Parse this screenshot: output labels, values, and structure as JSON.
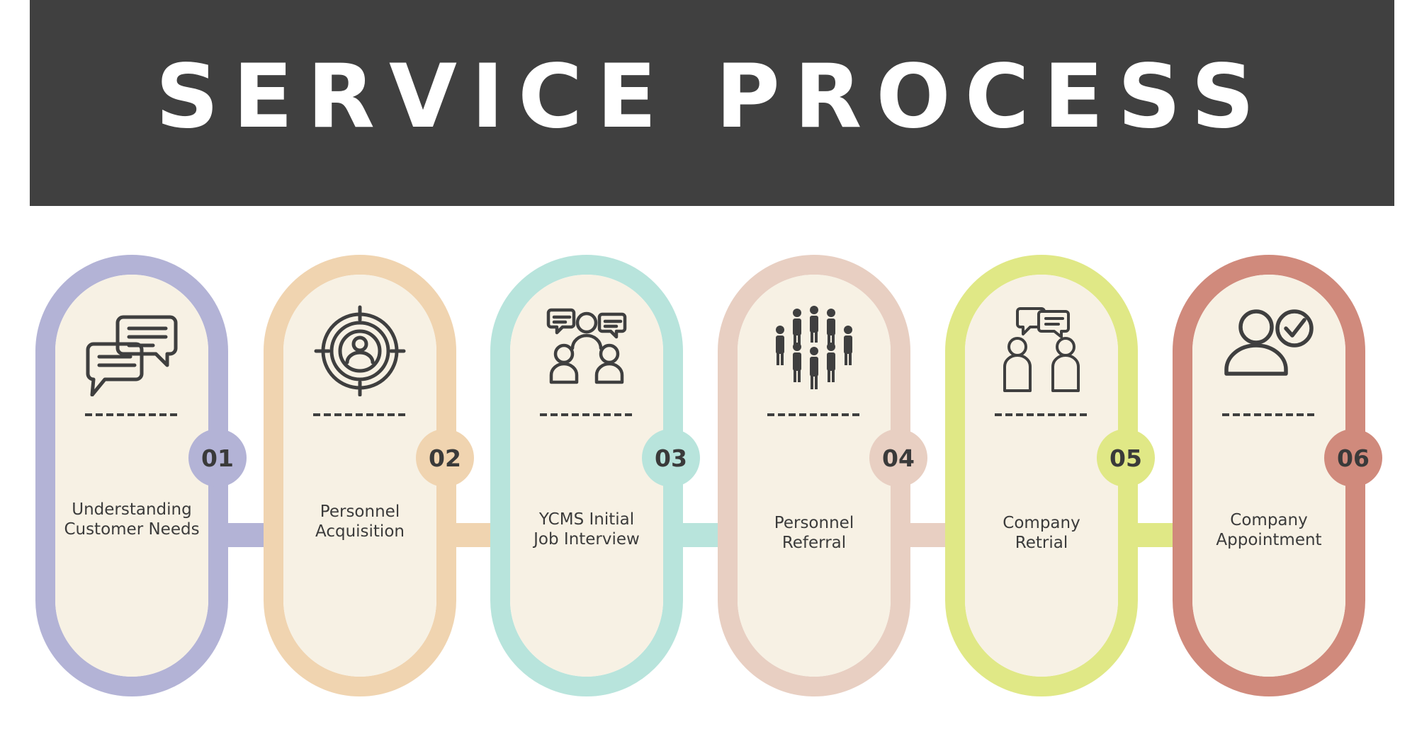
{
  "header": {
    "title": "SERVICE PROCESS"
  },
  "steps": [
    {
      "number": "01",
      "label_line1": "Understanding",
      "label_line2": "Customer Needs",
      "icon": "chat-bubbles-icon",
      "color": "#b3b3d6"
    },
    {
      "number": "02",
      "label_line1": "Personnel",
      "label_line2": "Acquisition",
      "icon": "target-person-icon",
      "color": "#f0d4b0"
    },
    {
      "number": "03",
      "label_line1": "YCMS Initial",
      "label_line2": "Job Interview",
      "icon": "interview-icon",
      "color": "#b8e4dc"
    },
    {
      "number": "04",
      "label_line1": "Personnel",
      "label_line2": "Referral",
      "icon": "crowd-icon",
      "color": "#e8cfc2"
    },
    {
      "number": "05",
      "label_line1": "Company",
      "label_line2": "Retrial",
      "icon": "conversation-icon",
      "color": "#e0e886"
    },
    {
      "number": "06",
      "label_line1": "Company",
      "label_line2": "Appointment",
      "icon": "person-check-icon",
      "color": "#d08a7c"
    }
  ]
}
